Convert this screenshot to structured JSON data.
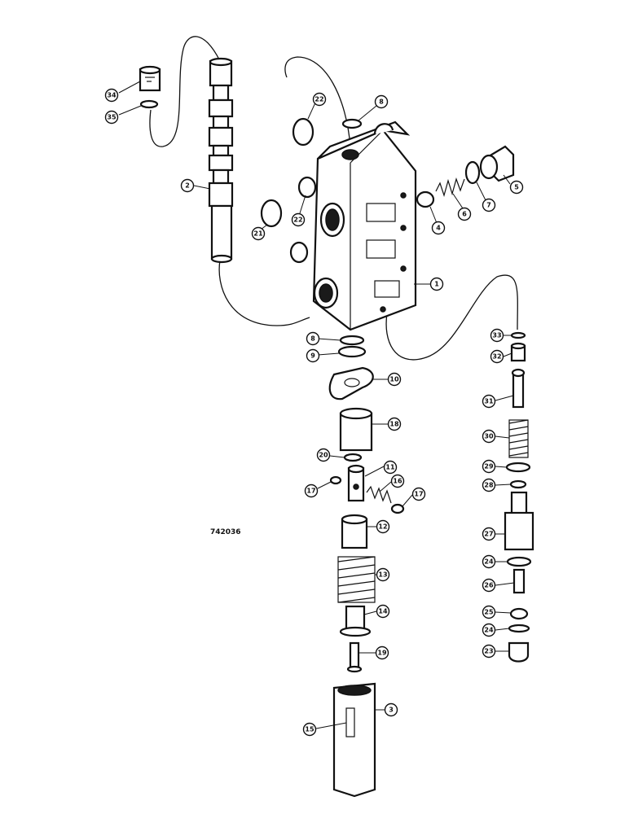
{
  "figure_number": "742036",
  "callouts": [
    {
      "id": "c34",
      "label": "34"
    },
    {
      "id": "c35",
      "label": "35"
    },
    {
      "id": "c2",
      "label": "2"
    },
    {
      "id": "c22a",
      "label": "22"
    },
    {
      "id": "c8a",
      "label": "8"
    },
    {
      "id": "c21",
      "label": "21"
    },
    {
      "id": "c22b",
      "label": "22"
    },
    {
      "id": "c5",
      "label": "5"
    },
    {
      "id": "c7",
      "label": "7"
    },
    {
      "id": "c6",
      "label": "6"
    },
    {
      "id": "c4",
      "label": "4"
    },
    {
      "id": "c1",
      "label": "1"
    },
    {
      "id": "c8b",
      "label": "8"
    },
    {
      "id": "c9",
      "label": "9"
    },
    {
      "id": "c10a",
      "label": "10"
    },
    {
      "id": "c18",
      "label": "18"
    },
    {
      "id": "c20",
      "label": "20"
    },
    {
      "id": "c11",
      "label": "11"
    },
    {
      "id": "c17a",
      "label": "17"
    },
    {
      "id": "c16",
      "label": "16"
    },
    {
      "id": "c17b",
      "label": "17"
    },
    {
      "id": "c12",
      "label": "12"
    },
    {
      "id": "c13",
      "label": "13"
    },
    {
      "id": "c14",
      "label": "14"
    },
    {
      "id": "c19",
      "label": "19"
    },
    {
      "id": "c3",
      "label": "3"
    },
    {
      "id": "c15",
      "label": "15"
    },
    {
      "id": "c33",
      "label": "33"
    },
    {
      "id": "c32",
      "label": "32"
    },
    {
      "id": "c31",
      "label": "31"
    },
    {
      "id": "c30",
      "label": "30"
    },
    {
      "id": "c29",
      "label": "29"
    },
    {
      "id": "c28",
      "label": "28"
    },
    {
      "id": "c27",
      "label": "27"
    },
    {
      "id": "c24a",
      "label": "24"
    },
    {
      "id": "c26",
      "label": "26"
    },
    {
      "id": "c25",
      "label": "25"
    },
    {
      "id": "c24b",
      "label": "24"
    },
    {
      "id": "c23",
      "label": "23"
    }
  ]
}
